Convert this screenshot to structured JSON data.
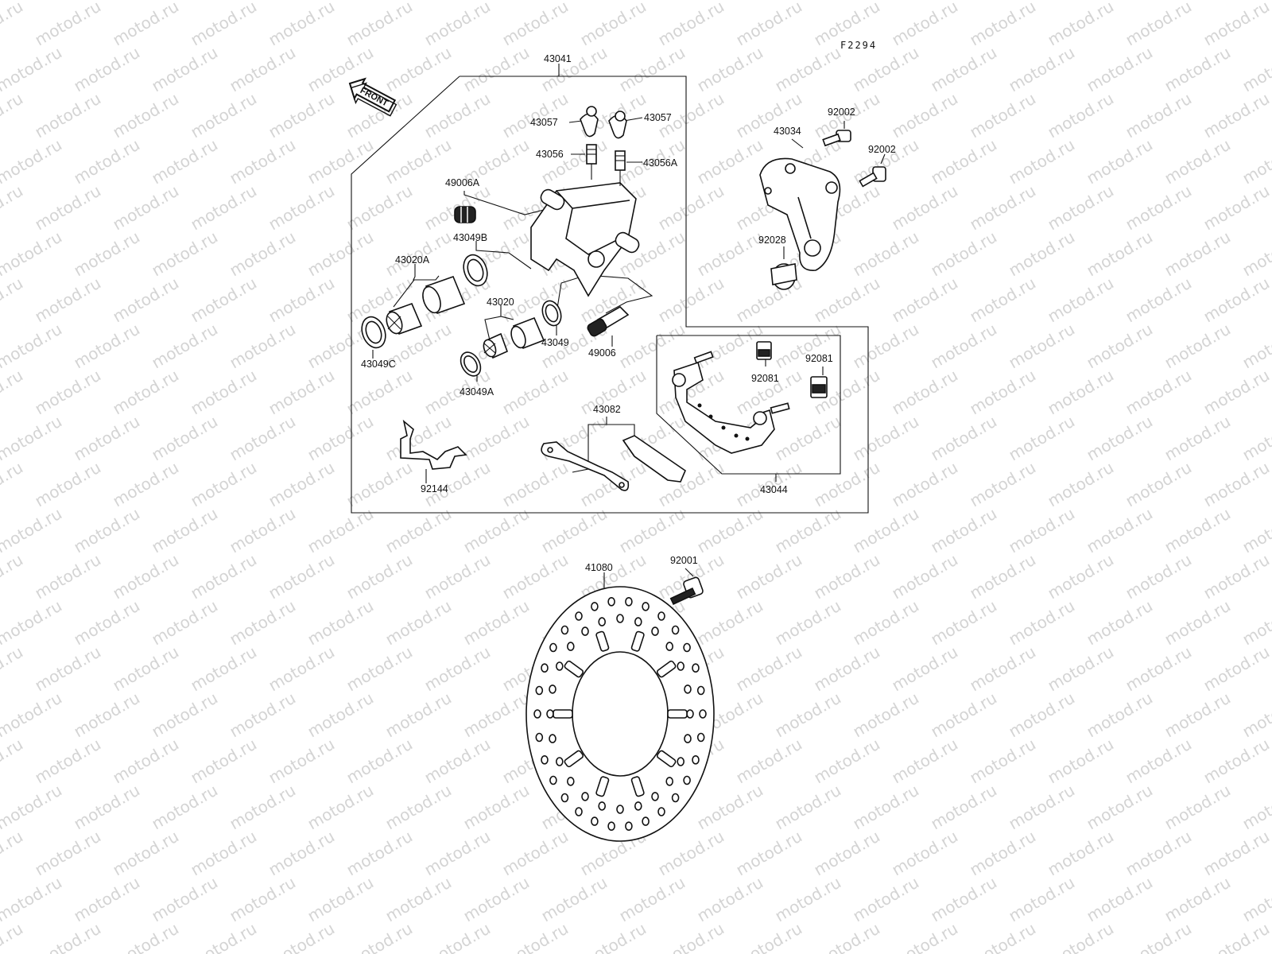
{
  "diagram": {
    "code": "F2294",
    "front_label": "FRONT",
    "watermark": "motod.ru",
    "colors": {
      "line": "#111111",
      "watermark": "#d4d4d4",
      "background": "#ffffff"
    }
  },
  "parts": {
    "caliper_assy": "43041",
    "bleeder_cap_left": "43057",
    "bleeder_cap_right": "43057",
    "bleeder_valve": "43056",
    "bleeder_valve_a": "43056A",
    "boot_a": "49006A",
    "seal_b": "43049B",
    "piston_a": "43020A",
    "piston": "43020",
    "seal_c": "43049C",
    "seal": "43049",
    "seal_a": "43049A",
    "boot": "49006",
    "bracket_assy": "43044",
    "pad_set": "43082",
    "spring_plate": "92144",
    "holder": "43034",
    "bolt_upper": "92002",
    "bolt_lower": "92002",
    "collar": "92028",
    "spring_clip_left": "92081",
    "spring_clip_right": "92081",
    "disc": "41080",
    "disc_bolt": "92001"
  }
}
